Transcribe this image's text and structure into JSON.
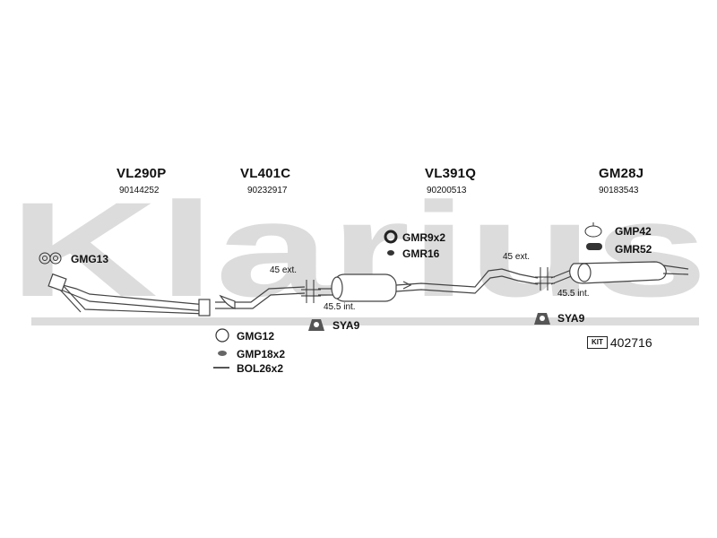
{
  "watermark": {
    "text": "Klarius",
    "color": "#d8d8d8"
  },
  "sections": [
    {
      "code": "VL290P",
      "number": "90144252"
    },
    {
      "code": "VL401C",
      "number": "90232917"
    },
    {
      "code": "VL391Q",
      "number": "90200513"
    },
    {
      "code": "GM28J",
      "number": "90183543"
    }
  ],
  "fittings": {
    "gmg13": "GMG13",
    "gmr9x2": "GMR9x2",
    "gmr16": "GMR16",
    "gmp42": "GMP42",
    "gmr52": "GMR52",
    "sya9_a": "SYA9",
    "sya9_b": "SYA9",
    "gmg12": "GMG12",
    "gmp18x2": "GMP18x2",
    "bol26x2": "BOL26x2"
  },
  "measurements": {
    "ext_a": "45 ext.",
    "int_a": "45.5 int.",
    "ext_b": "45 ext.",
    "int_b": "45.5 int."
  },
  "kit": {
    "label": "KIT",
    "number": "402716"
  }
}
